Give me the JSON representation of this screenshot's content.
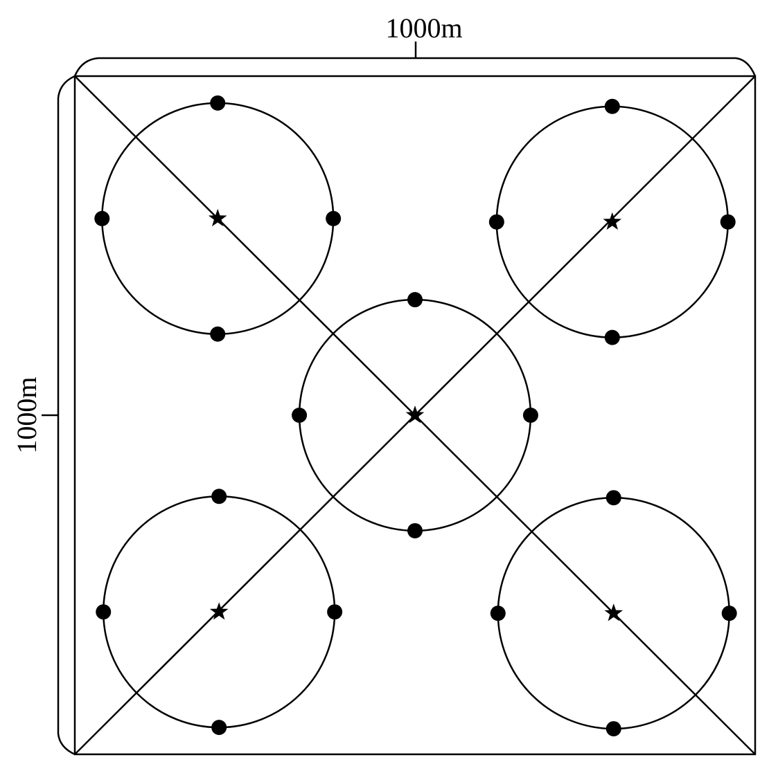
{
  "diagram": {
    "width_label": "1000m",
    "height_label": "1000m",
    "colors": {
      "stroke": "#000000",
      "background": "#ffffff"
    },
    "plot_size_m": 1000,
    "circles": [
      {
        "name": "top-left",
        "center_m": [
          210,
          210
        ],
        "radius_m": 170
      },
      {
        "name": "top-right",
        "center_m": [
          790,
          215
        ],
        "radius_m": 170
      },
      {
        "name": "center",
        "center_m": [
          500,
          500
        ],
        "radius_m": 170
      },
      {
        "name": "bottom-left",
        "center_m": [
          212,
          790
        ],
        "radius_m": 170
      },
      {
        "name": "bottom-right",
        "center_m": [
          792,
          792
        ],
        "radius_m": 170
      }
    ],
    "icons": {
      "center_marker": "star-icon",
      "sample_point": "dot-icon"
    }
  }
}
